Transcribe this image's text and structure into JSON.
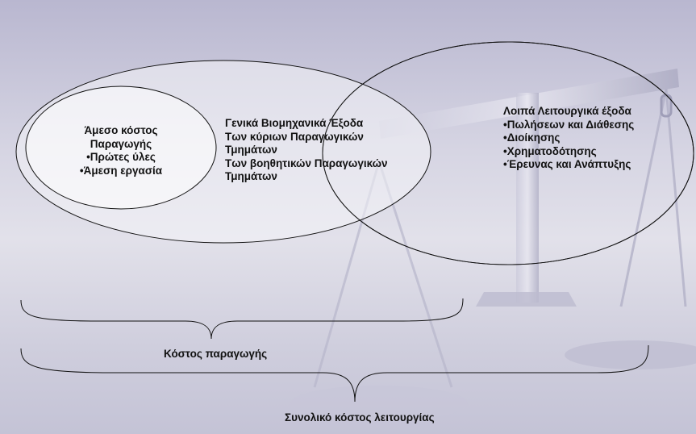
{
  "inner_circle": {
    "lines": [
      "Άμεσο κόστος",
      "Παραγωγής",
      "•Πρώτες ύλες",
      "•Άμεση εργασία"
    ]
  },
  "middle_ellipse": {
    "lines": [
      "Γενικά Βιομηχανικά Έξοδα",
      "Των κύριων Παραγωγικών",
      "Τμημάτων",
      "Των βοηθητικών Παραγωγικών",
      "Τμημάτων"
    ]
  },
  "right_ellipse": {
    "lines": [
      "Λοιπά Λειτουργικά έξοδα",
      "•Πωλήσεων και Διάθεσης",
      "•Διοίκησης",
      "•Χρηματοδότησης",
      "•Έρευνας και Ανάπτυξης"
    ]
  },
  "brace_production": {
    "label": "Κόστος παραγωγής"
  },
  "brace_total": {
    "label": "Συνολικό κόστος λειτουργίας"
  },
  "colors": {
    "stroke": "#111111",
    "scale": "#a8a7bf",
    "fill_light": "#ffffff"
  }
}
